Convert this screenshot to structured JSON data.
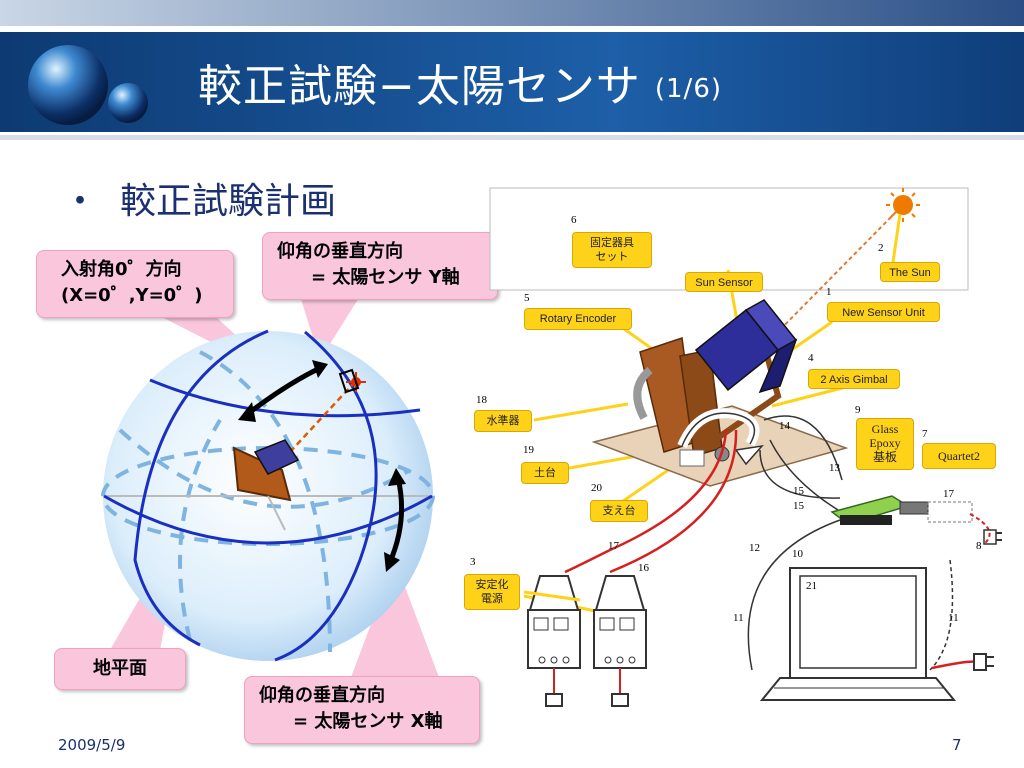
{
  "title": "較正試験−太陽センサ",
  "title_sub": "(1/6)",
  "bullet": {
    "marker": "・",
    "text": "較正試験計画"
  },
  "callouts": {
    "incident": {
      "line1": "入射角0゜方向",
      "line2": "(X=0゜,Y=0゜)"
    },
    "elev_y": {
      "line1": "仰角の垂直方向",
      "line2": "= 太陽センサ Y軸"
    },
    "horizon": "地平面",
    "elev_x": {
      "line1": "仰角の垂直方向",
      "line2": "= 太陽センサ X軸"
    }
  },
  "labels": {
    "fixture_set": {
      "line1": "固定器具",
      "line2": "セット"
    },
    "the_sun": "The Sun",
    "sun_sensor": "Sun Sensor",
    "new_sensor_unit": "New Sensor Unit",
    "rotary_encoder": "Rotary Encoder",
    "gimbal": "2 Axis Gimbal",
    "level": "水準器",
    "base": "土台",
    "support": "支え台",
    "glass_epoxy": {
      "line1": "Glass",
      "line2": "Epoxy",
      "line3": "基板"
    },
    "quartet2": "Quartet2",
    "psu": {
      "line1": "安定化",
      "line2": "電源"
    }
  },
  "numbers": {
    "n1": "1",
    "n2": "2",
    "n3": "3",
    "n4": "4",
    "n5": "5",
    "n6": "6",
    "n7": "7",
    "n8": "8",
    "n9": "9",
    "n10": "10",
    "n11a": "11",
    "n11b": "11",
    "n12": "12",
    "n13": "13",
    "n14": "14",
    "n15a": "15",
    "n15b": "15",
    "n16": "16",
    "n17a": "17",
    "n17b": "17",
    "n18": "18",
    "n19": "19",
    "n20": "20",
    "n21": "21"
  },
  "footer": {
    "date": "2009/5/9",
    "page": "7"
  },
  "colors": {
    "header_blue": "#1b4f8c",
    "title_text": "#ffffff",
    "bullet_text": "#1a3070",
    "callout_pink": "#f9c6dc",
    "label_yellow": "#ffd21a",
    "cable_red": "#d62020"
  }
}
